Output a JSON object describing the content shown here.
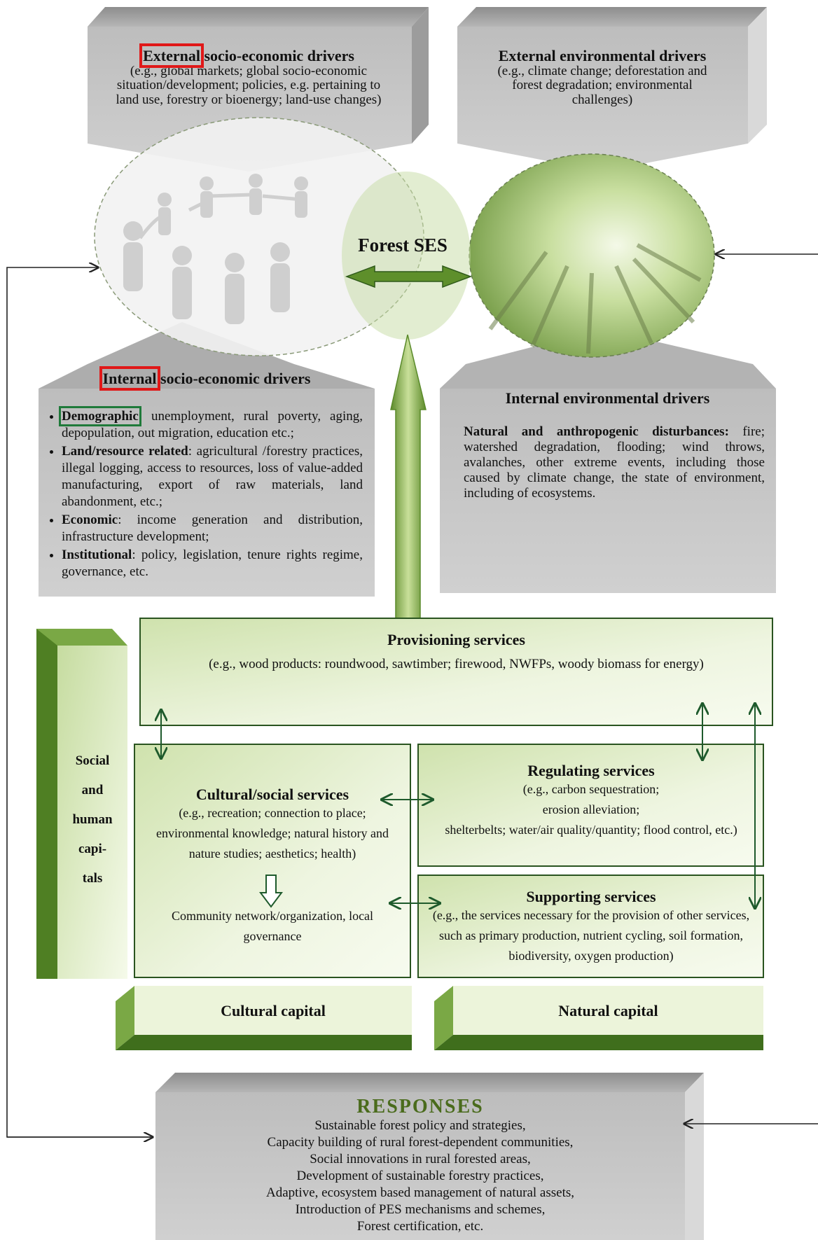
{
  "external_socio": {
    "highlight": "External",
    "title_rest": " socio-economic drivers",
    "body": "(e.g., global markets; global socio-economic situation/development; policies, e.g. pertaining to land use, forestry or bioenergy; land-use changes)"
  },
  "external_env": {
    "title": "External environmental drivers",
    "body": "(e.g., climate change; deforestation and forest degradation; environmental challenges)"
  },
  "forest_ses": {
    "label": "Forest SES"
  },
  "internal_socio": {
    "highlight": "Internal",
    "title_rest": " socio-economic drivers",
    "items": [
      {
        "term": "Demographic",
        "rest": ": unemployment, rural poverty, aging, depopulation, out migration, education etc.;"
      },
      {
        "term": "Land/resource related",
        "rest": ": agricultural /forestry practices, illegal logging, access to resources, loss of value-added manufacturing, export of raw materials, land abandonment, etc.;"
      },
      {
        "term": "Economic",
        "rest": ": income generation and distribution, infrastructure development;"
      },
      {
        "term": "Institutional",
        "rest": ": policy, legislation, tenure rights regime, governance, etc."
      }
    ]
  },
  "internal_env": {
    "title": "Internal environmental drivers",
    "term": "Natural and anthropogenic disturbances:",
    "rest": " fire; watershed degradation, flooding; wind throws, avalanches, other extreme events, including those caused by climate change, the state of environment, including of ecosystems."
  },
  "provisioning": {
    "title": "Provisioning services",
    "body": "(e.g., wood products: roundwood, sawtimber; firewood, NWFPs, woody biomass for energy)"
  },
  "social_human": {
    "lines": [
      "Social",
      "and",
      "human",
      "capi-",
      "tals"
    ]
  },
  "cultural": {
    "title": "Cultural/social services",
    "body": "(e.g., recreation; connection to place; environmental knowledge; natural history and nature studies; aesthetics; health)",
    "community": "Community network/organization, local governance"
  },
  "regulating": {
    "title": "Regulating services",
    "lines": [
      "(e.g., carbon sequestration;",
      "erosion alleviation;",
      "shelterbelts; water/air quality/quantity; flood control, etc.)"
    ]
  },
  "supporting": {
    "title": "Supporting services",
    "body": "(e.g., the services necessary for the provision of other services, such as primary production, nutrient cycling, soil formation, biodiversity, oxygen production)"
  },
  "cultural_capital": {
    "label": "Cultural capital"
  },
  "natural_capital": {
    "label": "Natural capital"
  },
  "responses": {
    "title": "RESPONSES",
    "items": [
      "Sustainable forest policy and strategies,",
      "Capacity building of rural forest-dependent communities,",
      "Social innovations in rural forested areas,",
      "Development of sustainable forestry practices,",
      "Adaptive, ecosystem based management of natural assets,",
      "Introduction of PES mechanisms and schemes,",
      "Forest certification, etc."
    ]
  },
  "colors": {
    "box_gray": "#c4c4c4",
    "box_gray_top": "#9a9a9a",
    "green_light": "#e6f0cf",
    "green_dark": "#2f5a1a",
    "green_mid": "#7aa845",
    "highlight_red": "#e01818",
    "title_green": "#4a6b1c"
  }
}
